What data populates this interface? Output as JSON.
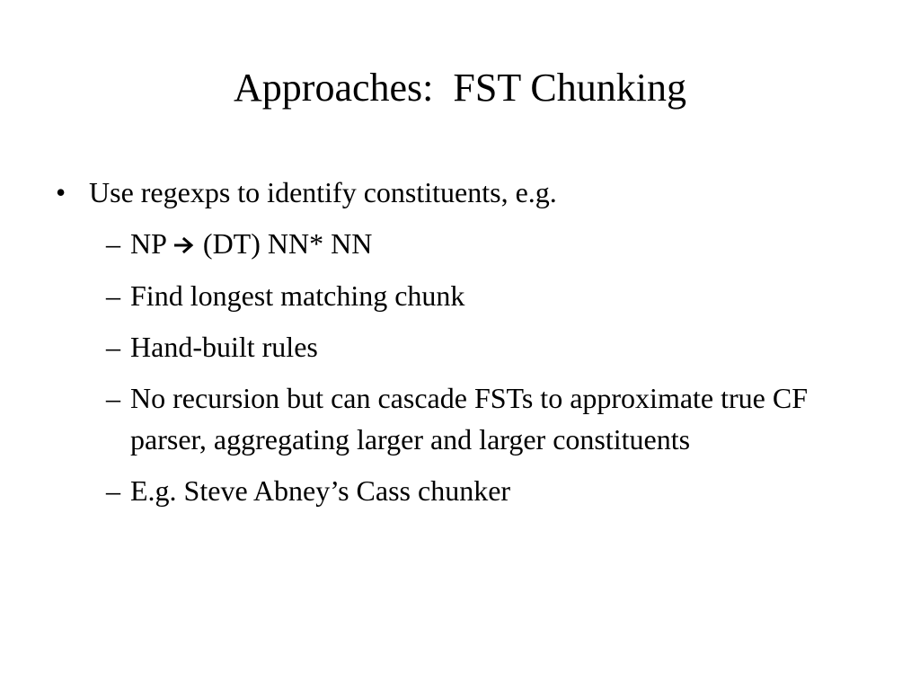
{
  "slide": {
    "title": "Approaches:  FST Chunking",
    "bullets": [
      {
        "marker": "•",
        "text": "Use regexps to identify constituents, e.g."
      }
    ],
    "subbullets": [
      {
        "marker": "–",
        "text_before": "NP",
        "icon": "right-arrow-icon",
        "text_after": "(DT) NN* NN"
      },
      {
        "marker": "–",
        "text": "Find longest matching chunk"
      },
      {
        "marker": "–",
        "text": "Hand-built rules"
      },
      {
        "marker": "–",
        "text": "No recursion but can cascade FSTs to approximate true CF parser, aggregating larger and larger constituents"
      },
      {
        "marker": "–",
        "text": "E.g. Steve Abney’s Cass chunker"
      }
    ]
  }
}
